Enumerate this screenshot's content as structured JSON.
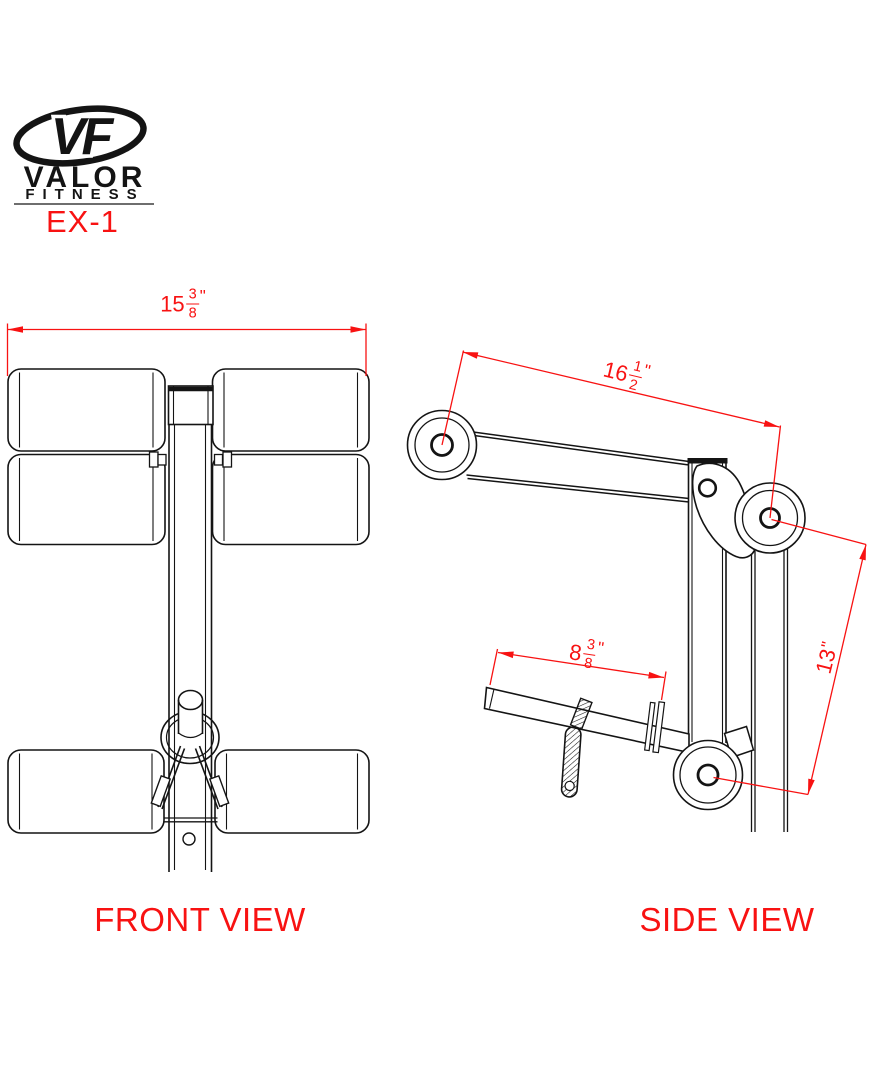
{
  "brand": {
    "monogram": "VF",
    "name": "VALOR",
    "tagline": "FITNESS",
    "model": "EX-1"
  },
  "views": {
    "front": {
      "label": "FRONT VIEW"
    },
    "side": {
      "label": "SIDE VIEW"
    }
  },
  "dimensions": {
    "front_width": {
      "whole": "15",
      "numerator": "3",
      "denominator": "8",
      "unit": "\""
    },
    "arm_length": {
      "whole": "16",
      "numerator": "1",
      "denominator": "2",
      "unit": "\""
    },
    "handle_length": {
      "whole": "8",
      "numerator": "3",
      "denominator": "8",
      "unit": "\""
    },
    "drop_height": {
      "whole": "13",
      "unit": "\""
    }
  },
  "colors": {
    "dimension_red": "#f81212",
    "line_black": "#141414",
    "background": "#ffffff"
  }
}
